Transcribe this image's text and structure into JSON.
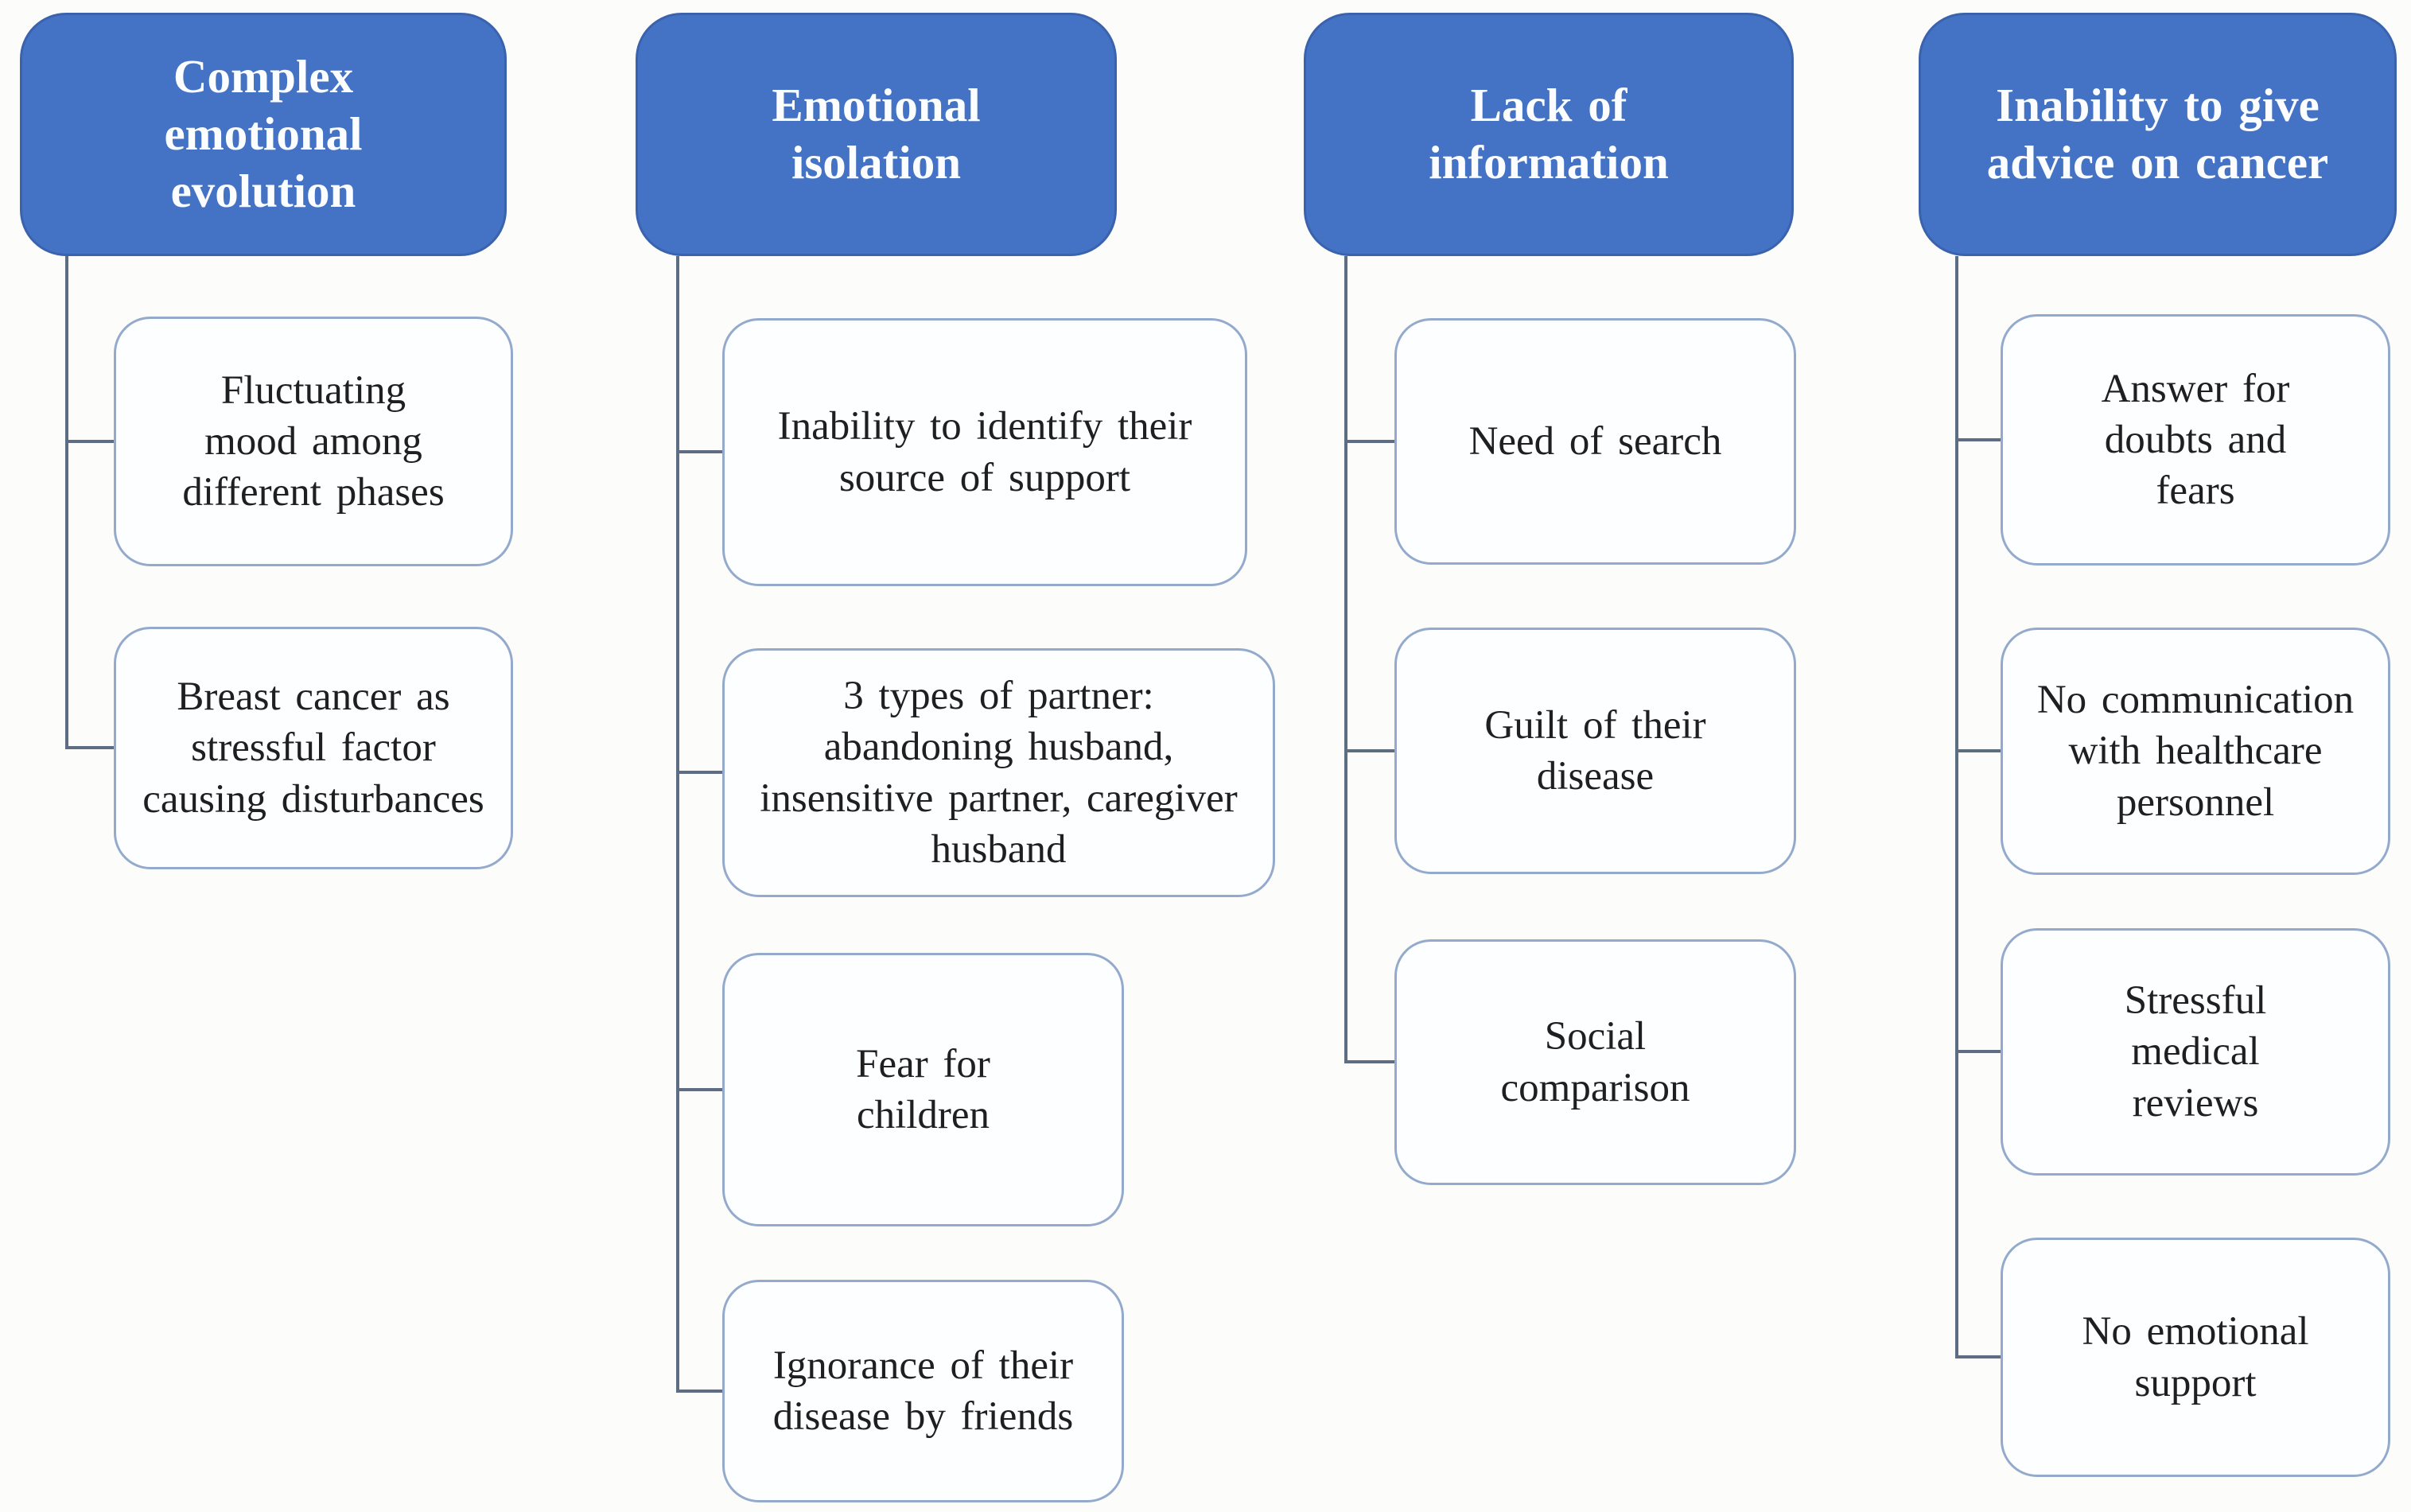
{
  "colors": {
    "header_bg": "#4472c4",
    "header_border": "#3b63ad",
    "header_text": "#fbfdff",
    "box_bg": "#fdfeff",
    "box_border": "#94aacc",
    "box_text": "#1f1f1f",
    "connector": "#5d6d83",
    "page_bg": "#fcfcfb"
  },
  "columns": [
    {
      "header": "Complex emotional evolution",
      "children": [
        "Fluctuating mood among different phases",
        "Breast cancer as stressful factor causing disturbances"
      ]
    },
    {
      "header": "Emotional isolation",
      "children": [
        "Inability to identify their source of support",
        "3 types of partner: abandoning husband, insensitive partner, caregiver husband",
        "Fear for children",
        "Ignorance of their disease by friends"
      ]
    },
    {
      "header": "Lack of information",
      "children": [
        "Need of search",
        "Guilt of their disease",
        "Social comparison"
      ]
    },
    {
      "header": "Inability to give advice on cancer",
      "children": [
        "Answer for doubts and fears",
        "No communication with healthcare personnel",
        "Stressful medical reviews",
        "No emotional support"
      ]
    }
  ]
}
